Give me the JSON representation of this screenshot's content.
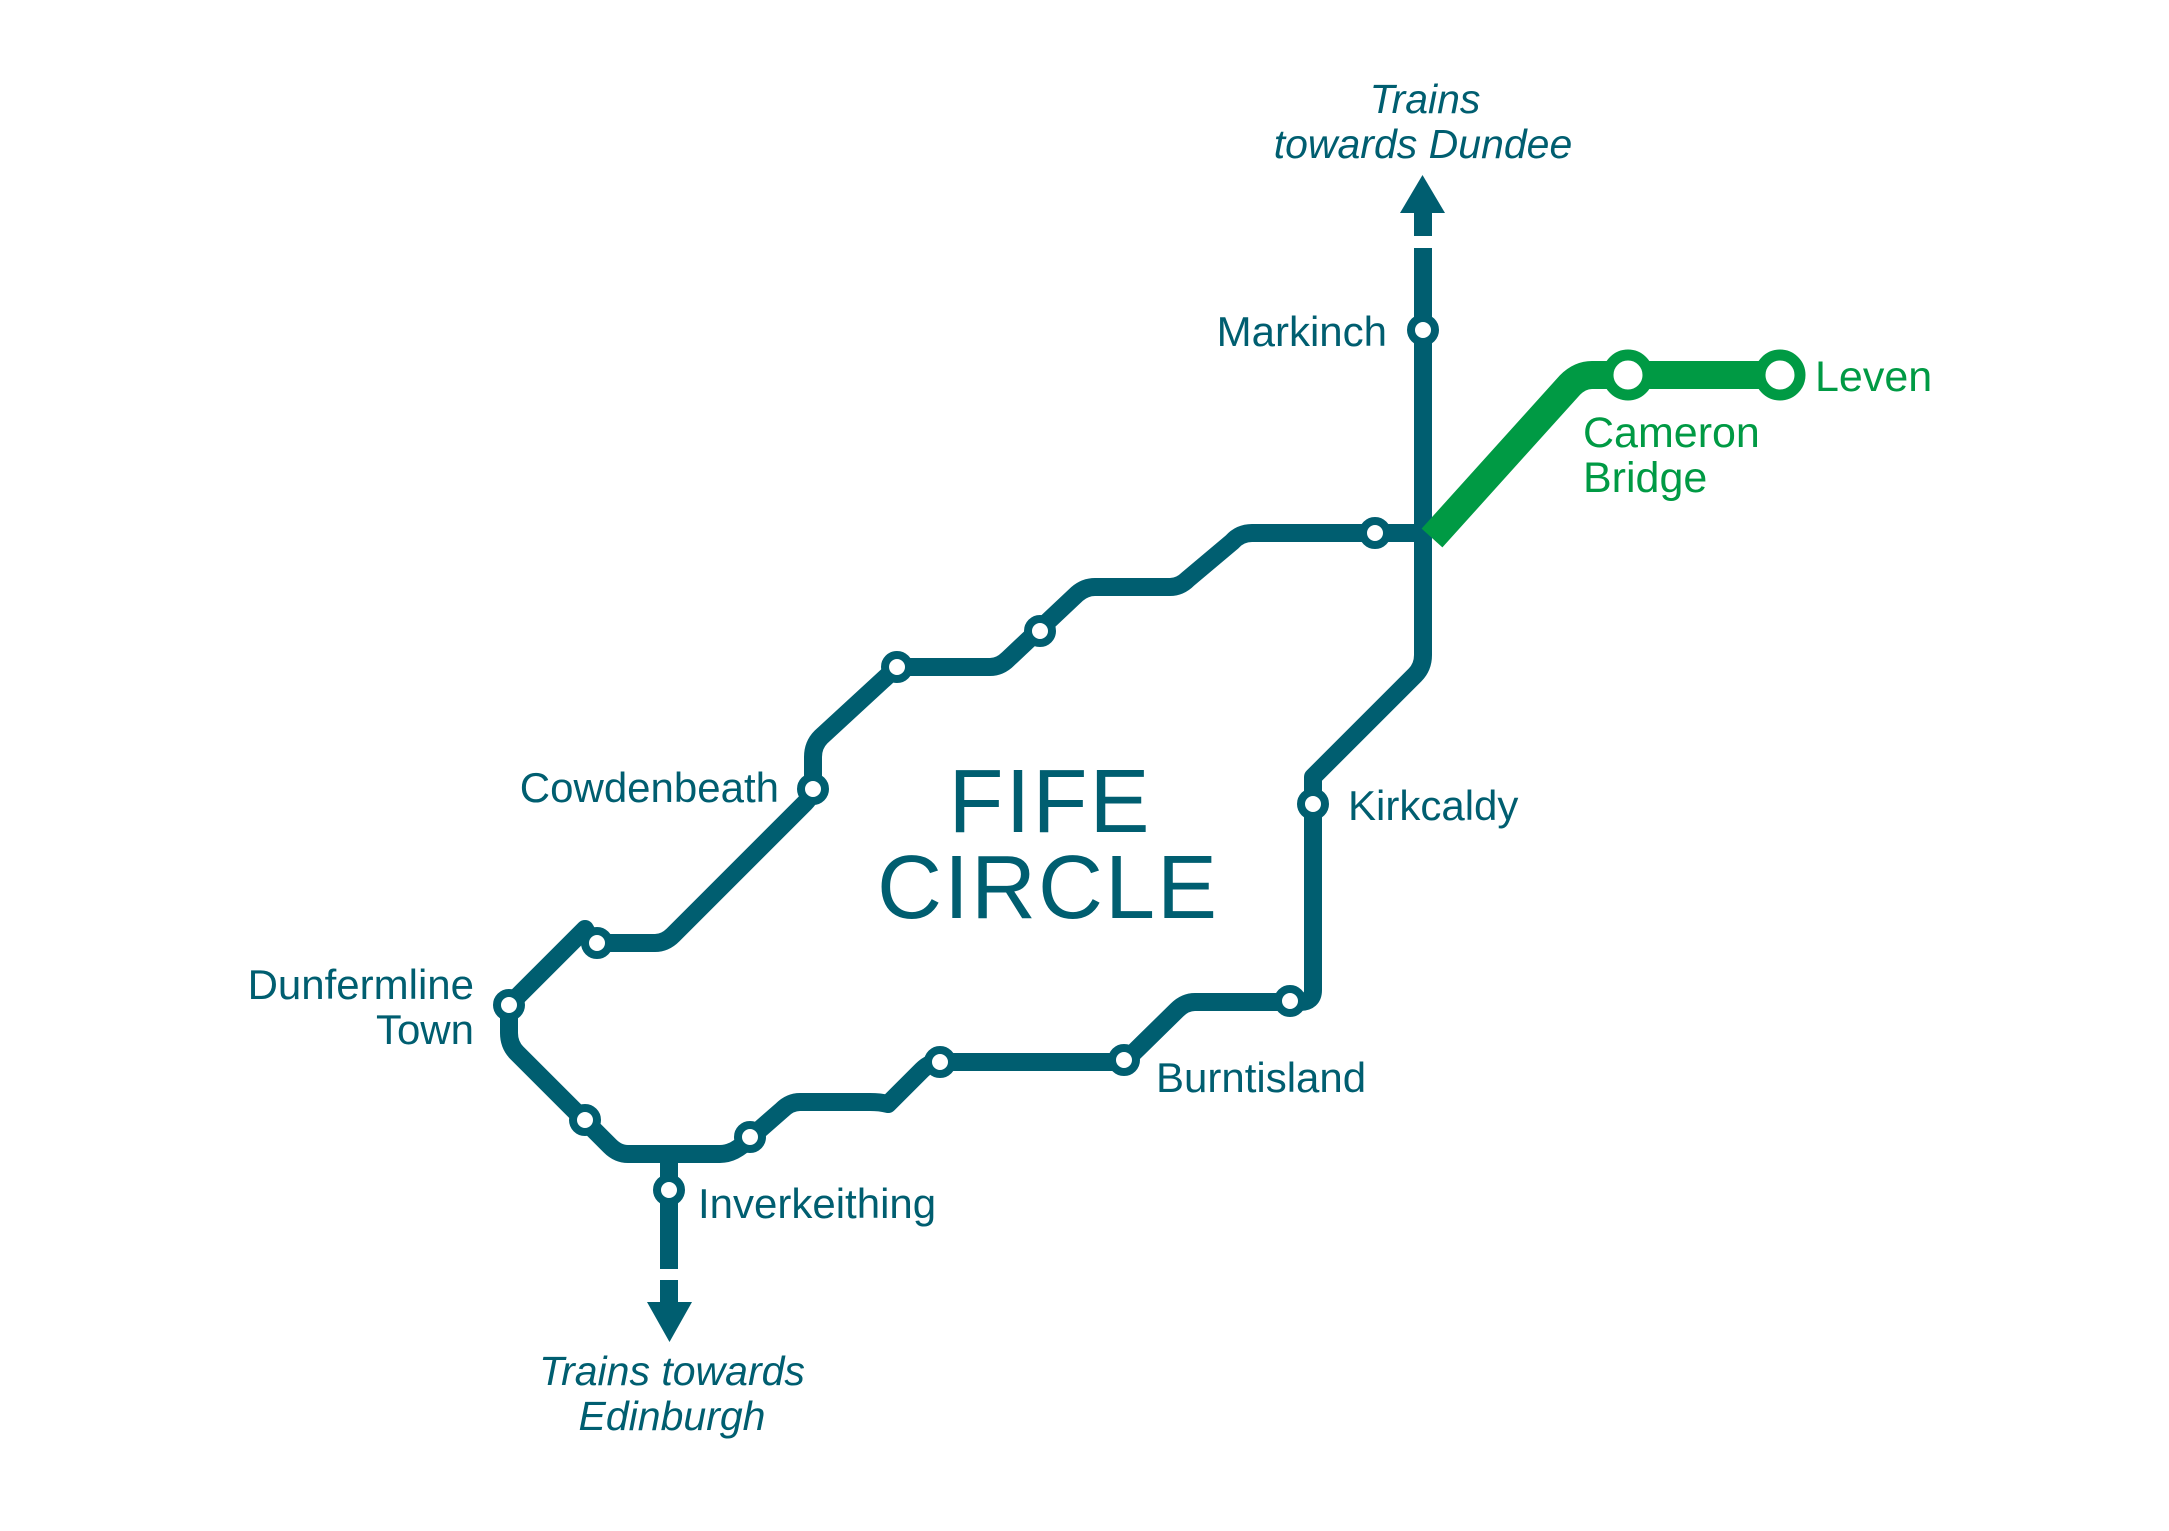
{
  "map": {
    "title_line1": "FIFE",
    "title_line2": "CIRCLE",
    "colors": {
      "main_line": "#005e70",
      "branch_line": "#009a44",
      "background": "#ffffff"
    },
    "destinations": {
      "north": {
        "line1": "Trains",
        "line2": "towards Dundee",
        "icon": "arrow-up-icon"
      },
      "south": {
        "line1": "Trains towards",
        "line2": "Edinburgh",
        "icon": "arrow-down-icon"
      }
    },
    "stations": {
      "markinch": "Markinch",
      "kirkcaldy": "Kirkcaldy",
      "burntisland": "Burntisland",
      "inverkeithing": "Inverkeithing",
      "dunfermline_line1": "Dunfermline",
      "dunfermline_line2": "Town",
      "cowdenbeath": "Cowdenbeath",
      "cameron_bridge_line1": "Cameron",
      "cameron_bridge_line2": "Bridge",
      "leven": "Leven"
    },
    "unlabelled_station_count": 8
  }
}
